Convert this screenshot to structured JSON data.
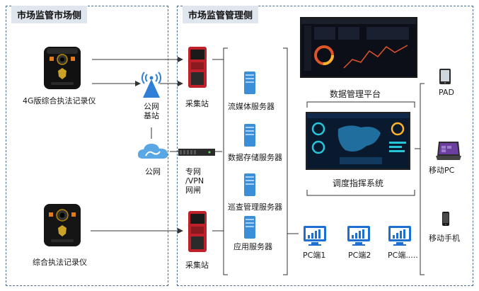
{
  "left_panel": {
    "title": "市场监管市场侧"
  },
  "right_panel": {
    "title": "市场监管管理侧"
  },
  "devices": {
    "recorder_4g": "4G版综合执法记录仪",
    "recorder": "综合执法记录仪",
    "base_station": "公网\n基站",
    "public_net": "公网",
    "gateway": "专网\n/VPN\n网闸",
    "collector_1": "采集站",
    "collector_2": "采集站"
  },
  "servers": [
    {
      "label": "流媒体服务器"
    },
    {
      "label": "数据存储服务器"
    },
    {
      "label": "巡查管理服务器"
    },
    {
      "label": "应用服务器"
    }
  ],
  "platforms": {
    "data_mgmt": "数据管理平台",
    "dispatch": "调度指挥系统"
  },
  "pcs": [
    {
      "label": "PC端1"
    },
    {
      "label": "PC端2"
    },
    {
      "label": "PC端....."
    }
  ],
  "mobile": [
    {
      "label": "PAD"
    },
    {
      "label": "移动PC"
    },
    {
      "label": "移动手机"
    }
  ],
  "colors": {
    "panel_border": "#4a6f92",
    "title_bg": "#dfe6ee",
    "server_blue": "#3b8fd9",
    "kiosk_red": "#c0202a",
    "pc_blue": "#1d6fd1"
  }
}
